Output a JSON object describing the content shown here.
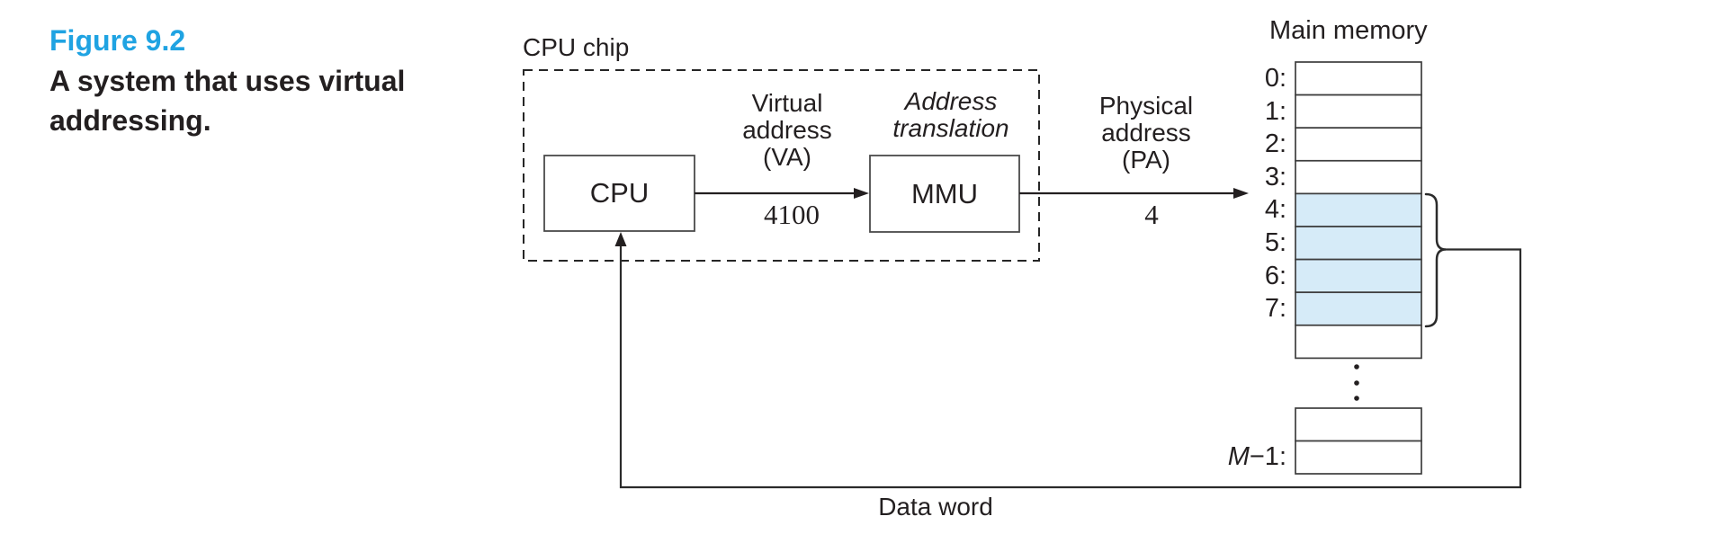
{
  "colors": {
    "accent_blue": "#1FA3E2",
    "highlight_blue": "#D6EBF8",
    "ink": "#231F20"
  },
  "caption": {
    "figure_label": "Figure 9.2",
    "text": "A system that uses virtual\naddressing."
  },
  "diagram": {
    "cpu_chip_label": "CPU chip",
    "cpu_label": "CPU",
    "mmu_label": "MMU",
    "virtual_address_label": "Virtual\naddress\n(VA)",
    "virtual_address_value": "4100",
    "address_translation_label": "Address\ntranslation",
    "physical_address_label": "Physical\naddress\n(PA)",
    "physical_address_value": "4",
    "data_word_label": "Data word",
    "memory": {
      "title": "Main memory",
      "row_labels": [
        "0:",
        "1:",
        "2:",
        "3:",
        "4:",
        "5:",
        "6:",
        "7:"
      ],
      "highlighted_rows": [
        4,
        5,
        6,
        7
      ],
      "last_row_label_italic": "M",
      "last_row_label_rest": "−1:"
    }
  }
}
